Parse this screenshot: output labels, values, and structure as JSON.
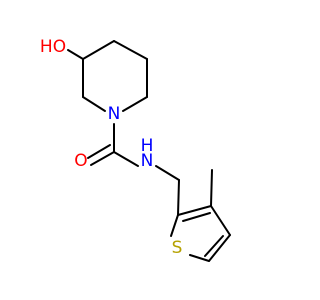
{
  "molecule": {
    "atom_labels": {
      "hydroxyl": "HO",
      "ring_nitrogen": "N",
      "carbonyl_oxygen": "O",
      "amide_nitrogen": "N",
      "amide_hydrogen": "H",
      "thiophene_sulfur": "S"
    },
    "colors": {
      "oxygen": "#ff0000",
      "nitrogen": "#0000ff",
      "sulfur": "#b5a100",
      "bond": "#000000"
    }
  }
}
